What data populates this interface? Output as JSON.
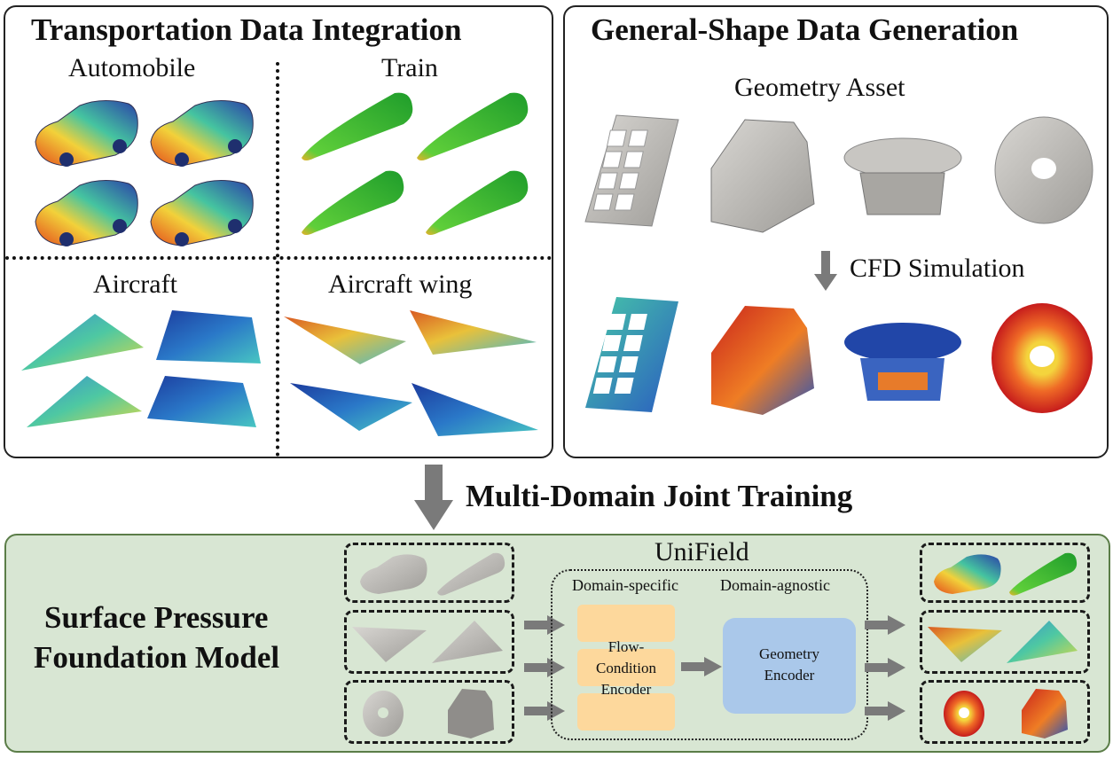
{
  "transport_panel": {
    "title": "Transportation Data Integration",
    "quadrants": [
      "Automobile",
      "Train",
      "Aircraft",
      "Aircraft wing"
    ]
  },
  "general_panel": {
    "title": "General-Shape Data Generation",
    "asset_label": "Geometry Asset",
    "sim_label": "CFD Simulation"
  },
  "joint_training_label": "Multi-Domain Joint Training",
  "foundation": {
    "title_line1": "Surface Pressure",
    "title_line2": "Foundation Model"
  },
  "unifield": {
    "name": "UniField",
    "domain_specific": "Domain-specific",
    "domain_agnostic": "Domain-agnostic",
    "flow_encoder_line1": "Flow-",
    "flow_encoder_line2": "Condition",
    "flow_encoder_line3": "Encoder",
    "geometry_encoder_line1": "Geometry",
    "geometry_encoder_line2": "Encoder"
  },
  "colors": {
    "arrow": "#7a7a7a",
    "panel_bg": "#d8e6d3",
    "panel_border": "#5b7d48",
    "orange_block": "#fdd89c",
    "geometry_block": "#aac8ea"
  }
}
